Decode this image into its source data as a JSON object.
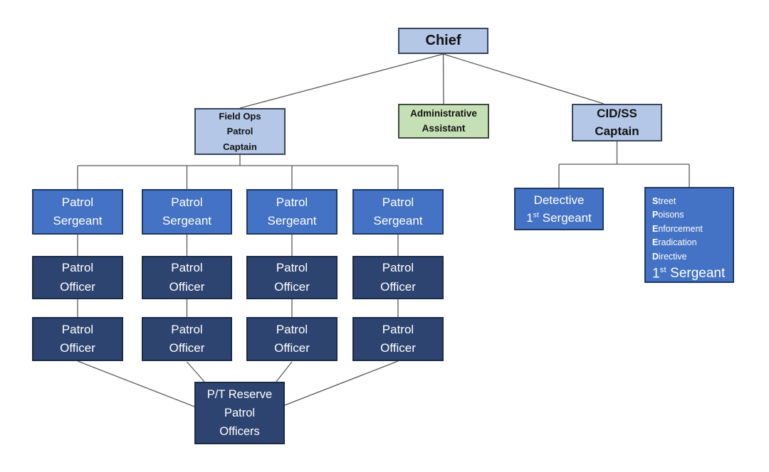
{
  "colors": {
    "light_blue_fill": "#b4c7e7",
    "light_blue_border": "#39455c",
    "green_fill": "#c5e0b4",
    "green_border": "#404a40",
    "mid_blue_fill": "#4472c4",
    "mid_blue_border": "#1f3864",
    "dark_blue_fill": "#2e4470",
    "dark_blue_border": "#1b2a47",
    "connector": "#595959",
    "text_dark": "#121212",
    "text_light": "#ffffff"
  },
  "org": {
    "chief": {
      "label": "Chief"
    },
    "field_ops_captain": {
      "line1": "Field Ops",
      "line2": "Patrol",
      "line3": "Captain"
    },
    "admin_assistant": {
      "line1": "Administrative",
      "line2": "Assistant"
    },
    "cid_ss_captain": {
      "line1": "CID/SS",
      "line2": "Captain"
    },
    "patrol_sergeants": [
      {
        "line1": "Patrol",
        "line2": "Sergeant"
      },
      {
        "line1": "Patrol",
        "line2": "Sergeant"
      },
      {
        "line1": "Patrol",
        "line2": "Sergeant"
      },
      {
        "line1": "Patrol",
        "line2": "Sergeant"
      }
    ],
    "patrol_officers_row1": [
      {
        "line1": "Patrol",
        "line2": "Officer"
      },
      {
        "line1": "Patrol",
        "line2": "Officer"
      },
      {
        "line1": "Patrol",
        "line2": "Officer"
      },
      {
        "line1": "Patrol",
        "line2": "Officer"
      }
    ],
    "patrol_officers_row2": [
      {
        "line1": "Patrol",
        "line2": "Officer"
      },
      {
        "line1": "Patrol",
        "line2": "Officer"
      },
      {
        "line1": "Patrol",
        "line2": "Officer"
      },
      {
        "line1": "Patrol",
        "line2": "Officer"
      }
    ],
    "reserve_officers": {
      "line1": "P/T Reserve",
      "line2": "Patrol",
      "line3": "Officers"
    },
    "detective_sergeant": {
      "line1": "Detective",
      "rank_number": "1",
      "rank_ordinal": "st",
      "rank_title": "Sergeant"
    },
    "speed_sergeant": {
      "lines": [
        {
          "initial": "S",
          "rest": "treet"
        },
        {
          "initial": "P",
          "rest": "oisons"
        },
        {
          "initial": "E",
          "rest": "nforcement"
        },
        {
          "initial": "E",
          "rest": "radication"
        },
        {
          "initial": "D",
          "rest": "irective"
        }
      ],
      "rank_number": "1",
      "rank_ordinal": "st",
      "rank_title": "Sergeant"
    }
  }
}
